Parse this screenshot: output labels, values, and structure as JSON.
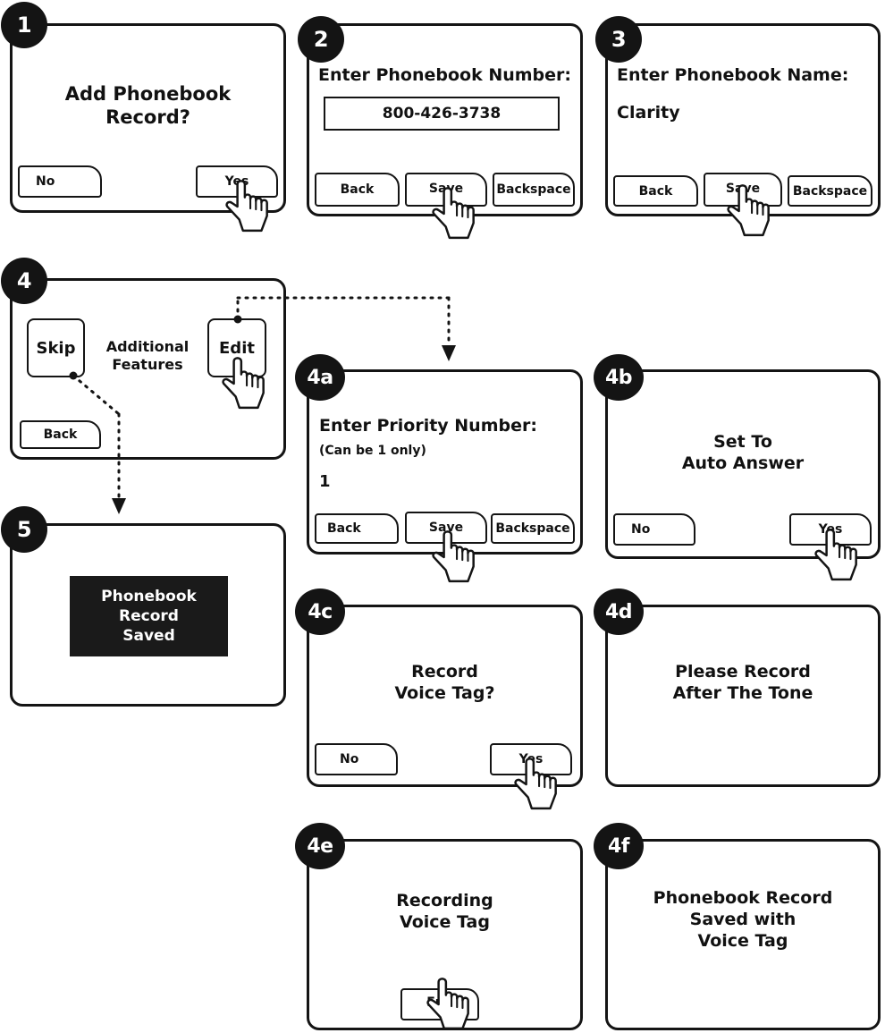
{
  "steps": {
    "s1": {
      "badge": "1",
      "line1": "Add Phonebook",
      "line2": "Record?",
      "no": "No",
      "yes": "Yes"
    },
    "s2": {
      "badge": "2",
      "title": "Enter Phonebook Number:",
      "value": "800-426-3738",
      "back": "Back",
      "save": "Save",
      "backspace": "Backspace"
    },
    "s3": {
      "badge": "3",
      "title": "Enter Phonebook Name:",
      "value": "Clarity",
      "back": "Back",
      "save": "Save",
      "backspace": "Backspace"
    },
    "s4": {
      "badge": "4",
      "skip": "Skip",
      "line1": "Additional",
      "line2": "Features",
      "edit": "Edit",
      "back": "Back"
    },
    "s4a": {
      "badge": "4a",
      "title": "Enter Priority Number:",
      "subtitle": "(Can be 1 only)",
      "value": "1",
      "back": "Back",
      "save": "Save",
      "backspace": "Backspace"
    },
    "s4b": {
      "badge": "4b",
      "line1": "Set To",
      "line2": "Auto Answer",
      "no": "No",
      "yes": "Yes"
    },
    "s5": {
      "badge": "5",
      "line1": "Phonebook",
      "line2": "Record",
      "line3": "Saved"
    },
    "s4c": {
      "badge": "4c",
      "line1": "Record",
      "line2": "Voice Tag?",
      "no": "No",
      "yes": "Yes"
    },
    "s4d": {
      "badge": "4d",
      "line1": "Please Record",
      "line2": "After The Tone"
    },
    "s4e": {
      "badge": "4e",
      "line1": "Recording",
      "line2": "Voice Tag",
      "end": "End"
    },
    "s4f": {
      "badge": "4f",
      "line1": "Phonebook Record",
      "line2": "Saved with",
      "line3": "Voice Tag"
    }
  },
  "icons": {
    "pointer": "pointing-hand-icon"
  },
  "colors": {
    "ink": "#141414",
    "background": "#ffffff",
    "inverse_text": "#ffffff"
  }
}
